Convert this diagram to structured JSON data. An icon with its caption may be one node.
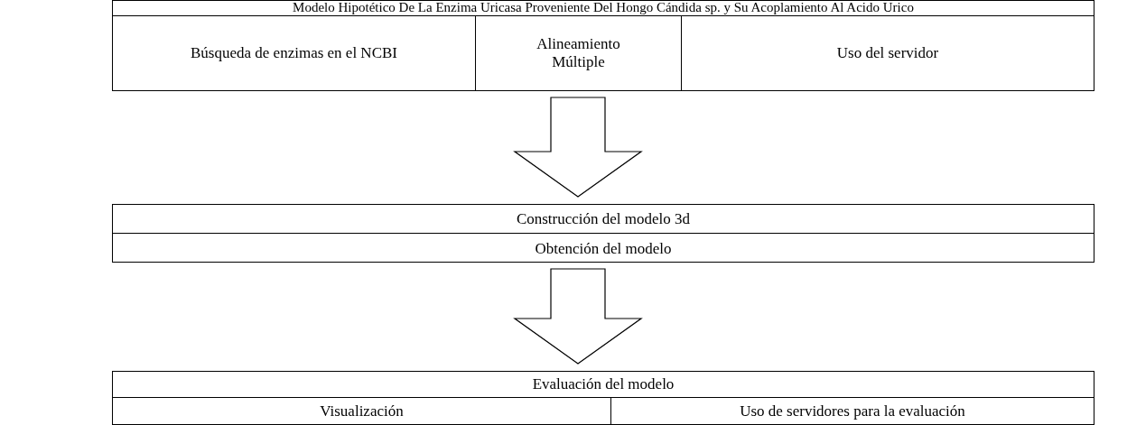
{
  "diagram": {
    "nodes": [
      {
        "text": [
          "Modelo Hipotético De La Enzima Uricasa Proveniente Del Hongo Cándida sp. y Su Acoplamiento Al Acido Urico"
        ]
      },
      {
        "text": [
          "Búsqueda de enzimas en el NCBI"
        ],
        "in": 0
      },
      {
        "text": [
          "Alineamiento Múltiple"
        ],
        "in": 0
      },
      {
        "text": [
          "Uso del servidor"
        ],
        "in": 0
      },
      {
        "text": [
          "Construcción del modelo 3d",
          "Obtención del modelo"
        ]
      },
      {
        "text": [
          "Evaluación del modelo"
        ]
      },
      {
        "text": [
          "Visualización"
        ],
        "in": 5
      },
      {
        "text": [
          "Uso de servidores para la evaluación"
        ],
        "in": 5
      }
    ],
    "edges": [
      {
        "from": 0,
        "to": 4,
        "arrow": "to"
      },
      {
        "from": 4,
        "to": 5,
        "arrow": "to"
      }
    ]
  }
}
